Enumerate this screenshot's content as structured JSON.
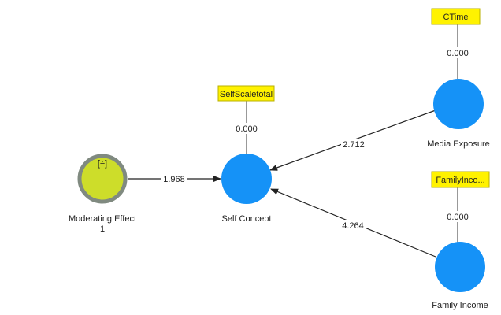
{
  "colors": {
    "construct_fill": "#1592f7",
    "moderating_fill": "#cddd2a",
    "moderating_stroke": "#808a80",
    "indicator_fill": "#fff200",
    "indicator_stroke": "#b8b000",
    "edge": "#333333"
  },
  "constructs": {
    "moderating": {
      "label_line1": "Moderating Effect",
      "label_line2": "1",
      "symbol": "[÷]"
    },
    "self_concept": {
      "label": "Self Concept"
    },
    "media_exposure": {
      "label": "Media Exposure"
    },
    "family_income": {
      "label": "Family Income"
    }
  },
  "indicators": {
    "selfscale": {
      "label": "SelfScaletotal",
      "loading": "0.000"
    },
    "ctime": {
      "label": "CTime",
      "loading": "0.000"
    },
    "familyinc": {
      "label": "FamilyInco...",
      "loading": "0.000"
    }
  },
  "paths": {
    "moderating_to_self": "1.968",
    "media_to_self": "2.712",
    "income_to_self": "4.264"
  }
}
